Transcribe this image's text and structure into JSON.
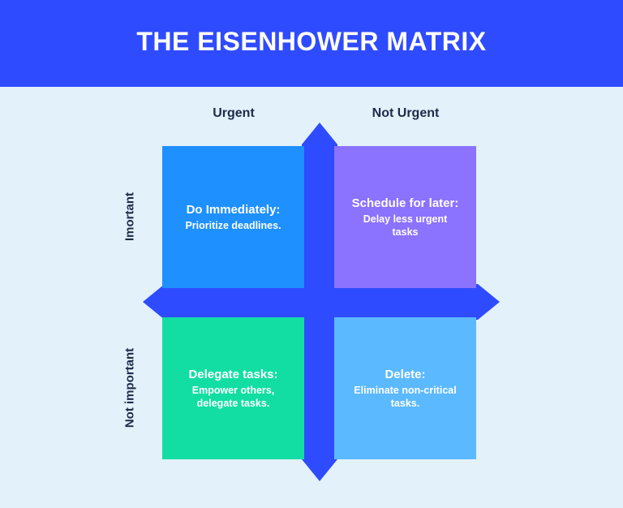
{
  "header": {
    "title": "THE EISENHOWER MATRIX"
  },
  "columns": {
    "left": "Urgent",
    "right": "Not Urgent"
  },
  "rows": {
    "top": "Imortant",
    "bottom": "Not important"
  },
  "quadrants": [
    {
      "title": "Do Immediately:",
      "lines": [
        "Prioritize deadlines."
      ],
      "color": "#1e90ff"
    },
    {
      "title": "Schedule for later:",
      "lines": [
        "Delay less urgent",
        "tasks"
      ],
      "color": "#8b72ff"
    },
    {
      "title": "Delegate tasks:",
      "lines": [
        "Empower others,",
        "delegate tasks."
      ],
      "color": "#12dea3"
    },
    {
      "title": "Delete:",
      "lines": [
        "Eliminate non-critical",
        "tasks."
      ],
      "color": "#5bb9ff"
    }
  ],
  "colors": {
    "header_bg": "#2f4bff",
    "page_bg": "#e3f1fb",
    "cross": "#2f4bff",
    "label_text": "#1d2b4a"
  }
}
